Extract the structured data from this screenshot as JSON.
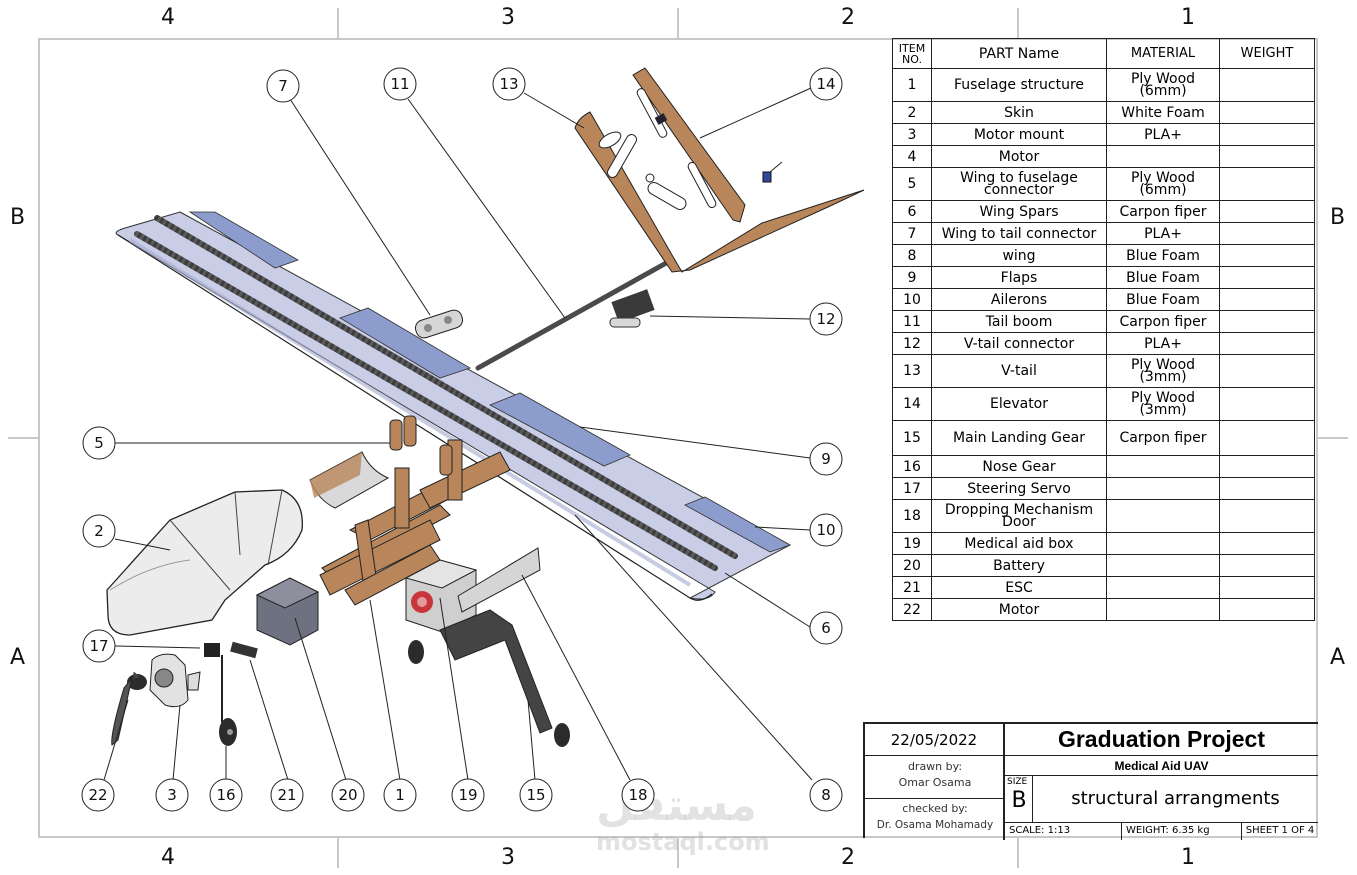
{
  "sheet": {
    "zones_columns": [
      "4",
      "3",
      "2",
      "1"
    ],
    "zones_rows": [
      "B",
      "A"
    ]
  },
  "bom": {
    "headers": {
      "item_no": "ITEM NO.",
      "part_name": "PART Name",
      "material": "MATERIAL",
      "weight": "WEIGHT"
    },
    "rows": [
      {
        "item": "1",
        "part": "Fuselage structure",
        "material": "Ply Wood (6mm)",
        "weight": ""
      },
      {
        "item": "2",
        "part": "Skin",
        "material": "White Foam",
        "weight": ""
      },
      {
        "item": "3",
        "part": "Motor mount",
        "material": "PLA+",
        "weight": ""
      },
      {
        "item": "4",
        "part": "Motor",
        "material": "",
        "weight": ""
      },
      {
        "item": "5",
        "part": "Wing to fuselage connector",
        "material": "Ply Wood (6mm)",
        "weight": ""
      },
      {
        "item": "6",
        "part": "Wing Spars",
        "material": "Carpon fiper",
        "weight": ""
      },
      {
        "item": "7",
        "part": "Wing to tail connector",
        "material": "PLA+",
        "weight": ""
      },
      {
        "item": "8",
        "part": "wing",
        "material": "Blue Foam",
        "weight": ""
      },
      {
        "item": "9",
        "part": "Flaps",
        "material": "Blue Foam",
        "weight": ""
      },
      {
        "item": "10",
        "part": "Ailerons",
        "material": "Blue Foam",
        "weight": ""
      },
      {
        "item": "11",
        "part": "Tail boom",
        "material": "Carpon fiper",
        "weight": ""
      },
      {
        "item": "12",
        "part": "V-tail connector",
        "material": "PLA+",
        "weight": ""
      },
      {
        "item": "13",
        "part": "V-tail",
        "material": "Ply Wood (3mm)",
        "weight": ""
      },
      {
        "item": "14",
        "part": "Elevator",
        "material": "Ply Wood (3mm)",
        "weight": ""
      },
      {
        "item": "15",
        "part": "Main Landing Gear",
        "material": "Carpon fiper",
        "weight": ""
      },
      {
        "item": "16",
        "part": "Nose Gear",
        "material": "",
        "weight": ""
      },
      {
        "item": "17",
        "part": "Steering Servo",
        "material": "",
        "weight": ""
      },
      {
        "item": "18",
        "part": "Dropping Mechanism Door",
        "material": "",
        "weight": ""
      },
      {
        "item": "19",
        "part": "Medical aid box",
        "material": "",
        "weight": ""
      },
      {
        "item": "20",
        "part": "Battery",
        "material": "",
        "weight": ""
      },
      {
        "item": "21",
        "part": "ESC",
        "material": "",
        "weight": ""
      },
      {
        "item": "22",
        "part": "Motor",
        "material": "",
        "weight": ""
      }
    ]
  },
  "title_block": {
    "date": "22/05/2022",
    "title": "Graduation Project",
    "subtitle": "Medical Aid UAV",
    "drawn_by_label": "drawn by:",
    "drawn_by": "Omar Osama",
    "checked_by_label": "checked by:",
    "checked_by": "Dr. Osama Mohamady",
    "size_label": "SIZE",
    "size": "B",
    "drawing_name": "structural arrangments",
    "scale": "SCALE: 1:13",
    "weight": "WEIGHT: 6.35 kg",
    "sheet": "SHEET 1 OF 4"
  },
  "balloons": [
    "7",
    "11",
    "13",
    "14",
    "12",
    "5",
    "9",
    "10",
    "2",
    "6",
    "17",
    "22",
    "3",
    "16",
    "21",
    "20",
    "1",
    "19",
    "15",
    "18",
    "8"
  ],
  "colors": {
    "plywood": "#b8865a",
    "wing_foam": "#c9cde6",
    "control_surface": "#8c9ccc",
    "carbon": "#3c3c3c",
    "frame": "#c8c8c8"
  },
  "watermark": {
    "arabic": "مستقل",
    "latin": "mostaql.com"
  }
}
